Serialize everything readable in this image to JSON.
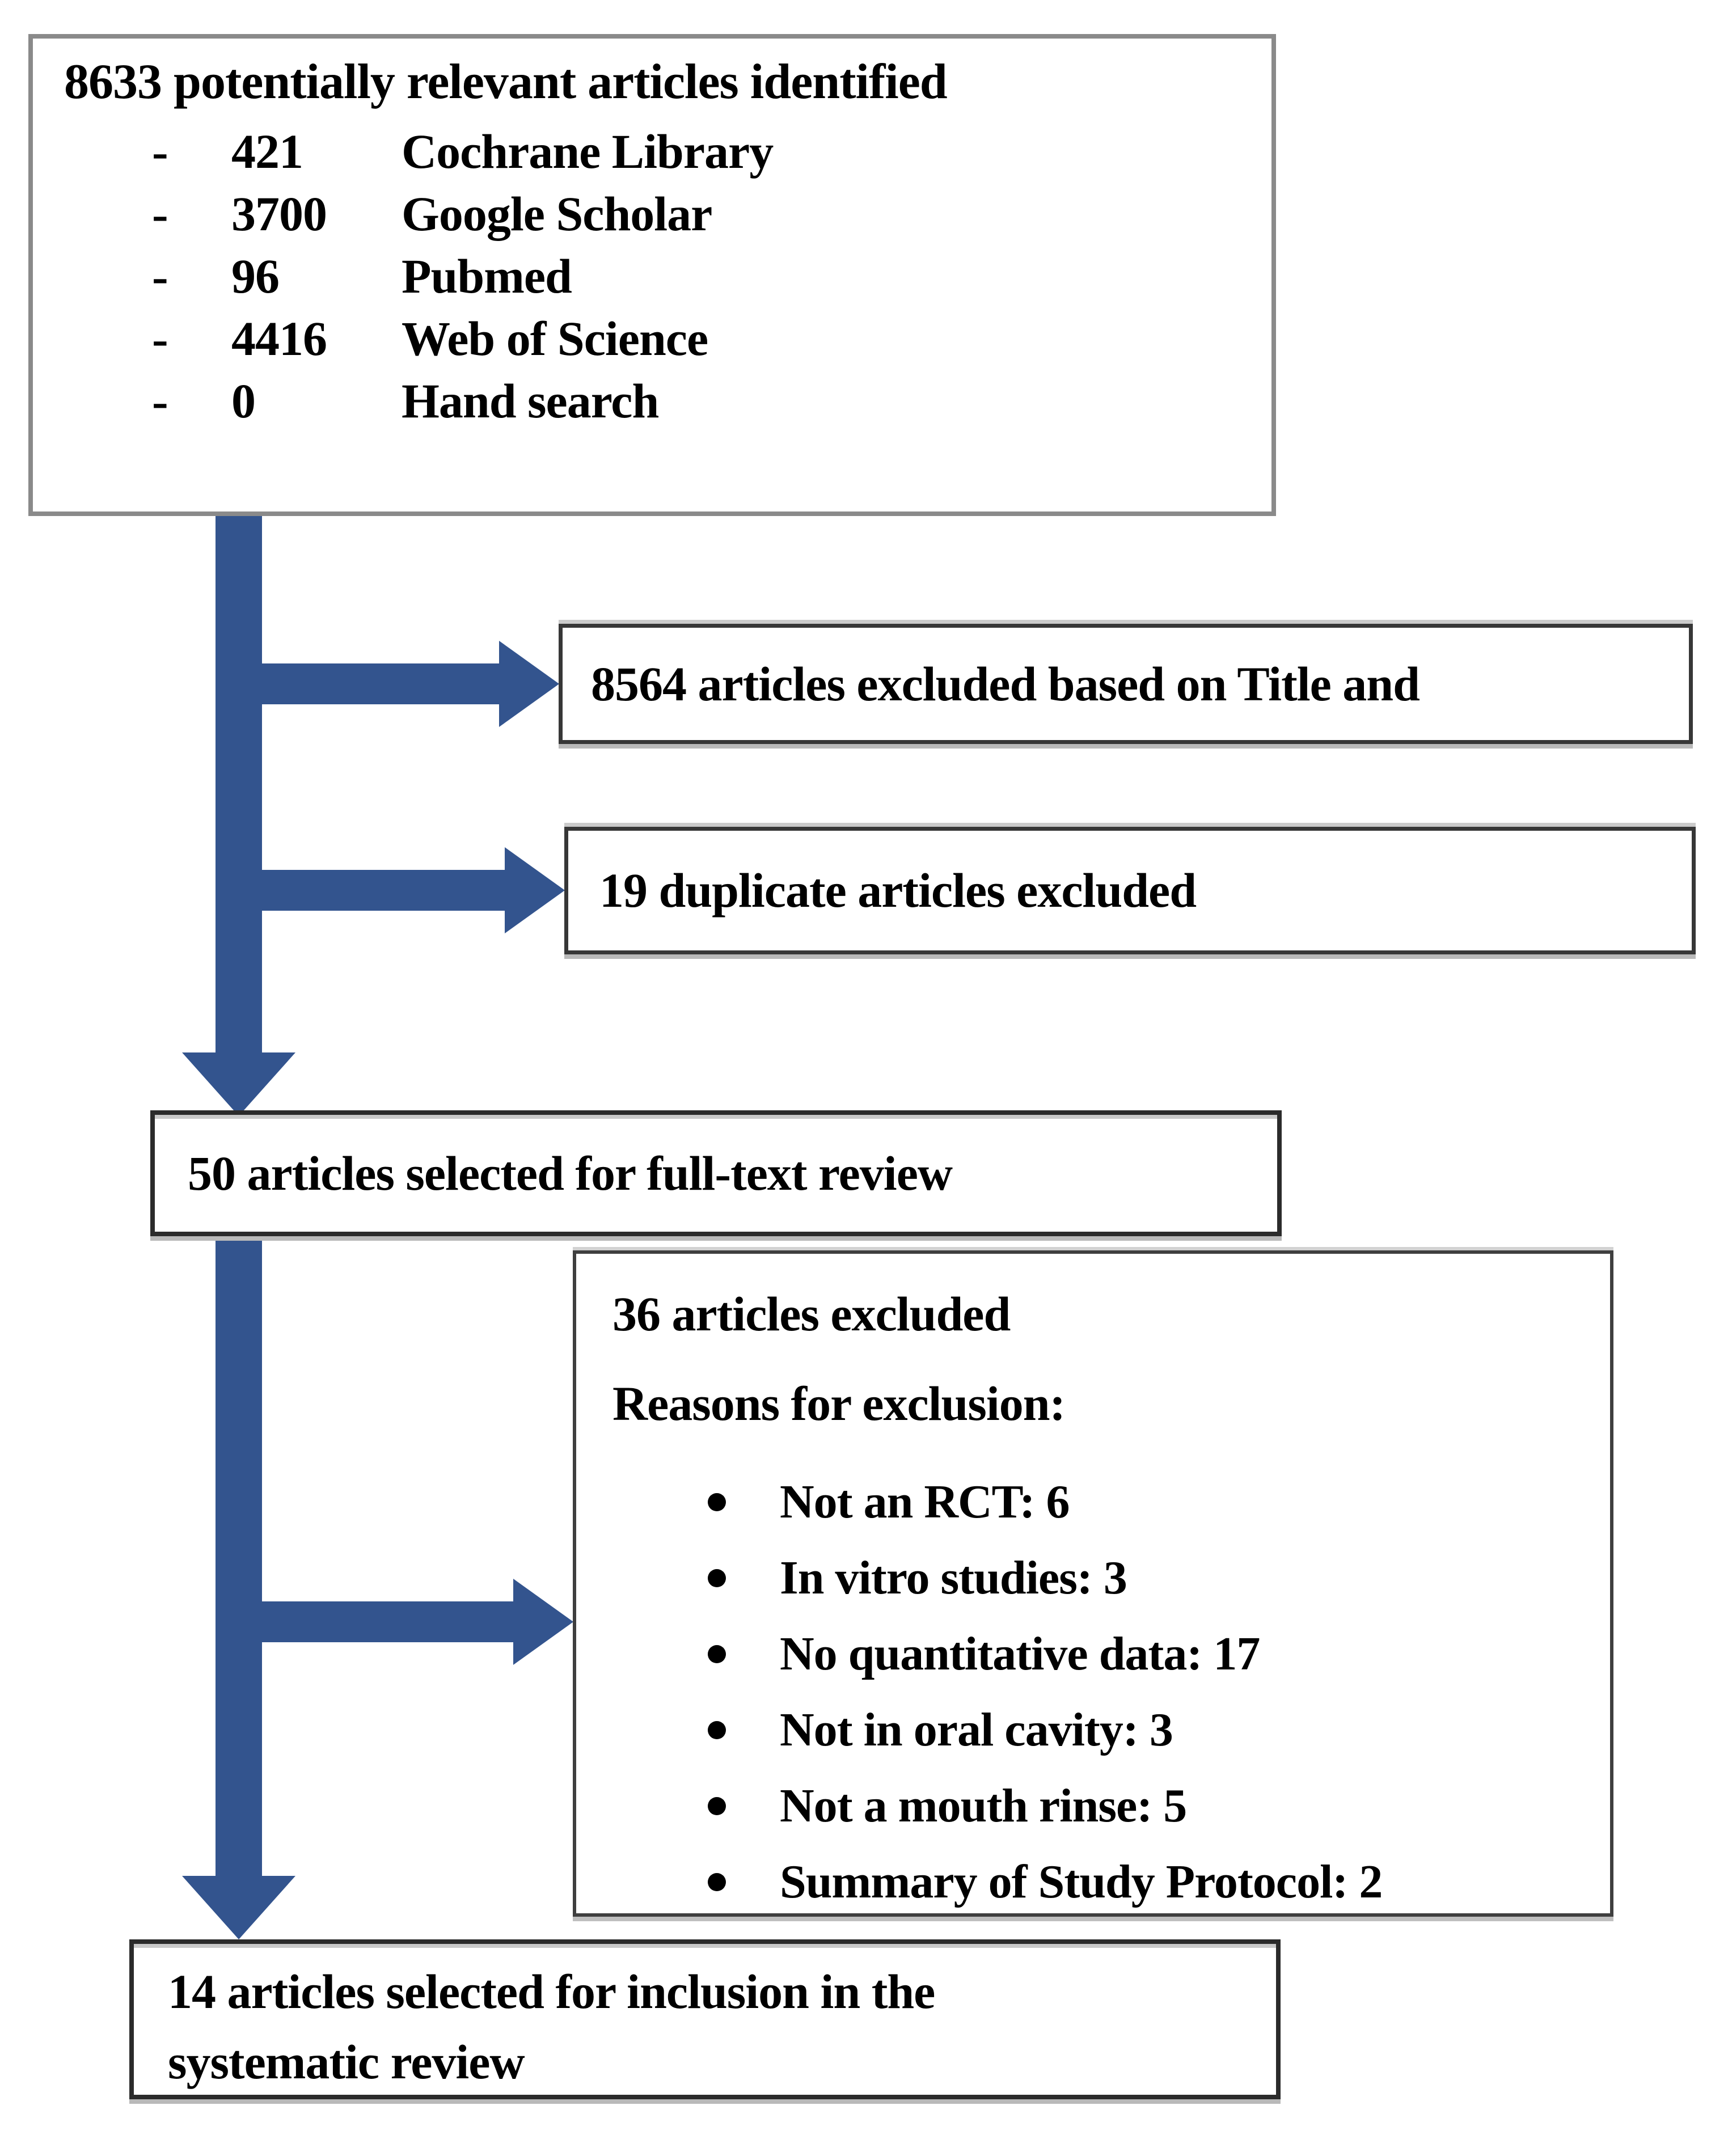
{
  "flow": {
    "identified": {
      "title": "8633 potentially relevant articles identified",
      "dash_glyph": "-",
      "sources": [
        {
          "count": "421",
          "name": "Cochrane Library"
        },
        {
          "count": "3700",
          "name": "Google Scholar"
        },
        {
          "count": "96",
          "name": "Pubmed"
        },
        {
          "count": "4416",
          "name": "Web of Science"
        },
        {
          "count": "0",
          "name": "Hand search"
        }
      ]
    },
    "excluded_title_abstract": "8564 articles excluded based on Title and",
    "duplicates_excluded": "19 duplicate articles excluded",
    "full_text_review": "50 articles selected for full-text review",
    "full_text_excluded": {
      "title": "36 articles excluded",
      "subtitle": "Reasons for exclusion:",
      "reasons": [
        "Not an RCT: 6",
        "In vitro studies: 3",
        "No quantitative data: 17",
        "Not in oral cavity: 3",
        "Not a mouth rinse: 5",
        "Summary of Study Protocol: 2"
      ]
    },
    "included": {
      "line1": "14 articles selected for inclusion in the",
      "line2": "systematic review"
    }
  },
  "colors": {
    "arrow_blue": "#33548E",
    "box_border_dark": "#373737",
    "box_border_gray": "#8a8a8a",
    "text": "#000000"
  }
}
